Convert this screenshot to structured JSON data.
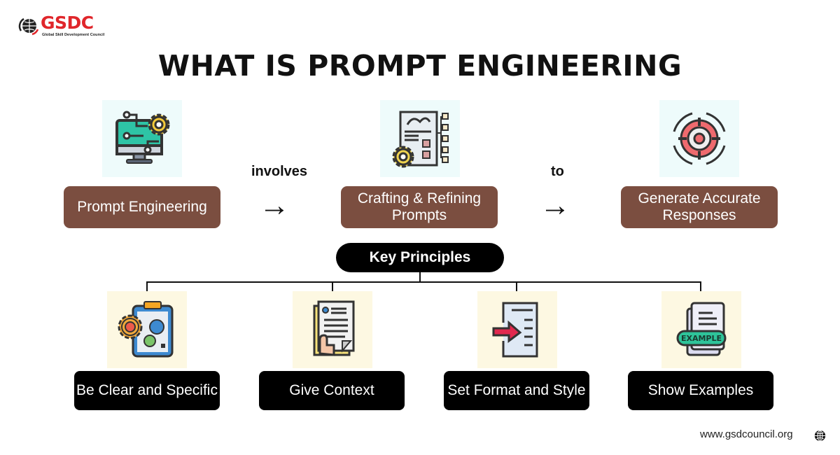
{
  "brand": {
    "name": "GSDC",
    "subtitle": "Global Skill Development Council",
    "color": "#e0262b"
  },
  "title": "WHAT IS PROMPT ENGINEERING",
  "flow": {
    "steps": [
      {
        "label": "Prompt Engineering",
        "icon": "computer-gear-icon"
      },
      {
        "label": "Crafting & Refining Prompts",
        "icon": "document-workflow-gear-icon"
      },
      {
        "label": "Generate Accurate Responses",
        "icon": "target-cycle-icon"
      }
    ],
    "connectors": [
      {
        "label": "involves",
        "icon": "right-arrow-icon"
      },
      {
        "label": "to",
        "icon": "right-arrow-icon"
      }
    ],
    "box_color": "#7b4e40"
  },
  "key_principles": {
    "label": "Key Principles",
    "items": [
      {
        "label": "Be Clear and Specific",
        "icon": "clipboard-gear-chart-icon"
      },
      {
        "label": "Give Context",
        "icon": "document-hand-icon"
      },
      {
        "label": "Set Format and Style",
        "icon": "document-arrow-icon"
      },
      {
        "label": "Show Examples",
        "icon": "example-document-icon"
      }
    ]
  },
  "footer": {
    "website": "www.gsdcouncil.org",
    "icon": "globe-icon"
  }
}
